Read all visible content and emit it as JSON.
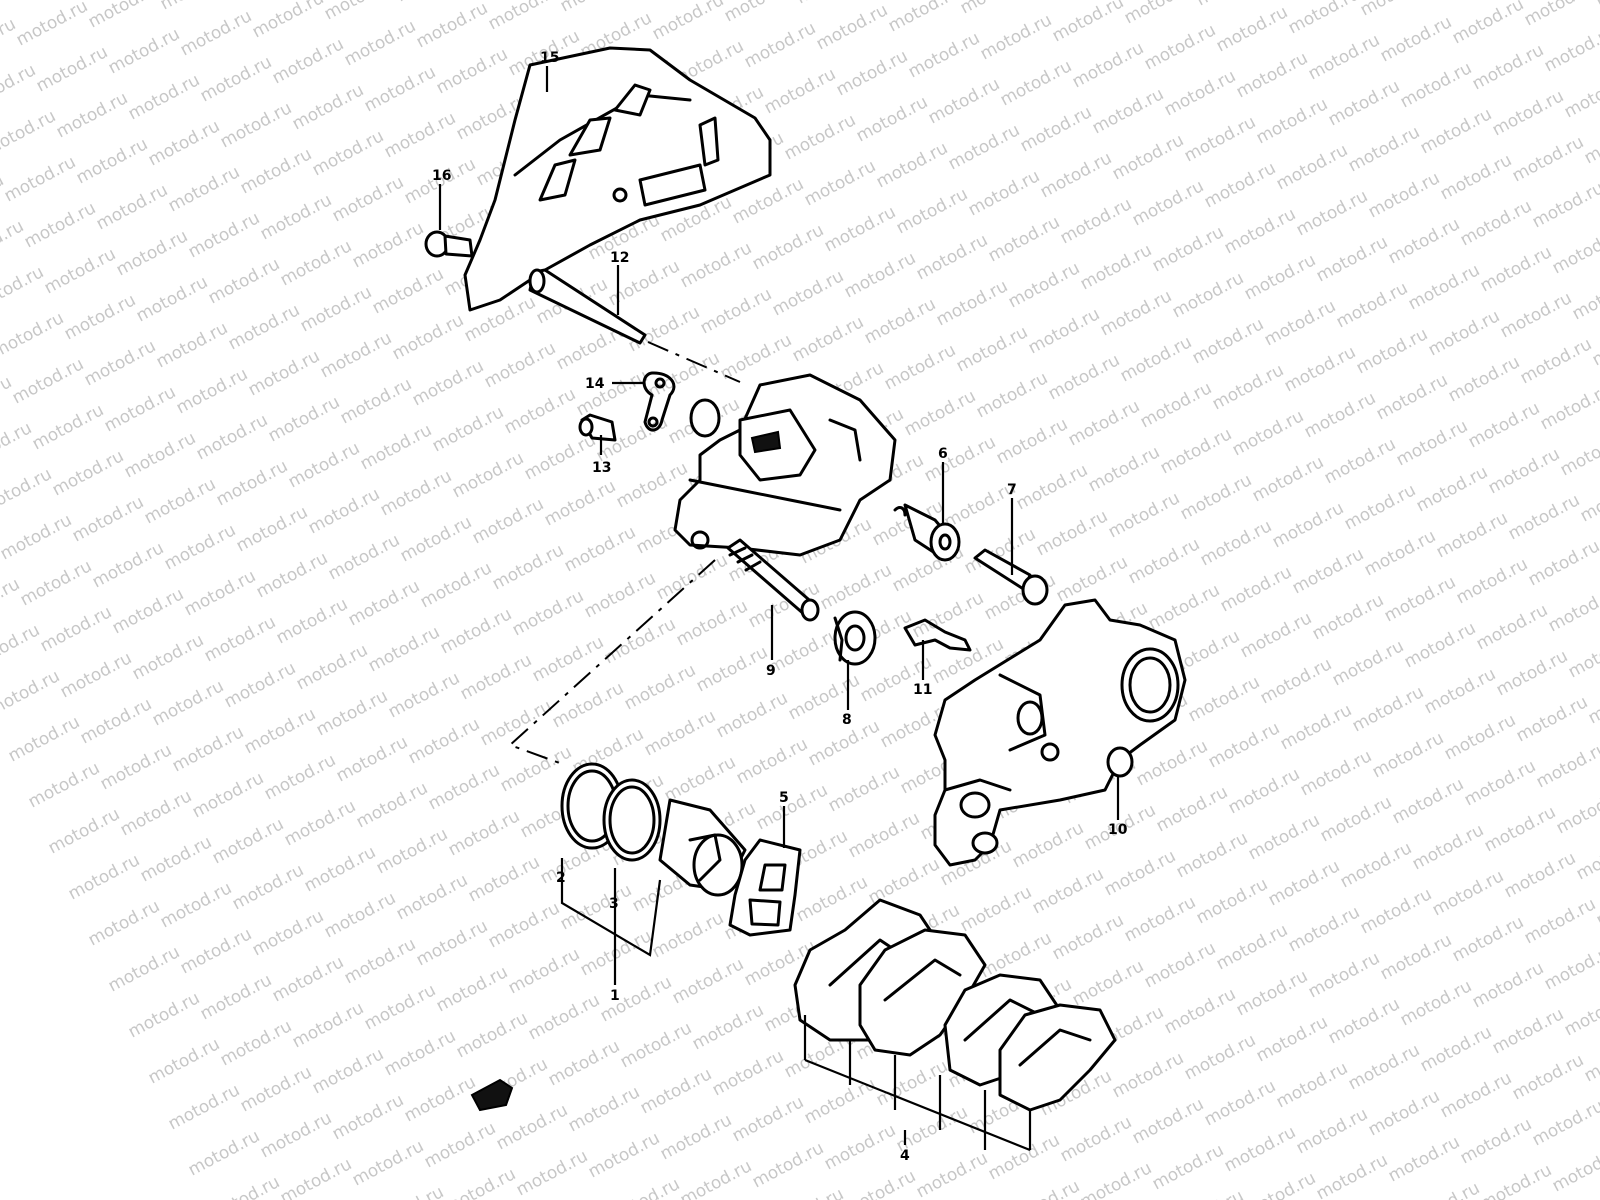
{
  "watermark": "motod.ru",
  "callouts": [
    {
      "id": "15",
      "label": "15"
    },
    {
      "id": "16",
      "label": "16"
    },
    {
      "id": "12",
      "label": "12"
    },
    {
      "id": "14",
      "label": "14"
    },
    {
      "id": "13",
      "label": "13"
    },
    {
      "id": "6",
      "label": "6"
    },
    {
      "id": "7",
      "label": "7"
    },
    {
      "id": "9",
      "label": "9"
    },
    {
      "id": "8",
      "label": "8"
    },
    {
      "id": "11",
      "label": "11"
    },
    {
      "id": "10",
      "label": "10"
    },
    {
      "id": "5",
      "label": "5"
    },
    {
      "id": "2",
      "label": "2"
    },
    {
      "id": "3",
      "label": "3"
    },
    {
      "id": "1",
      "label": "1"
    },
    {
      "id": "4",
      "label": "4"
    }
  ],
  "colors": {
    "ink": "#000000",
    "paper": "#ffffff",
    "watermark": "#9a9a9a"
  }
}
